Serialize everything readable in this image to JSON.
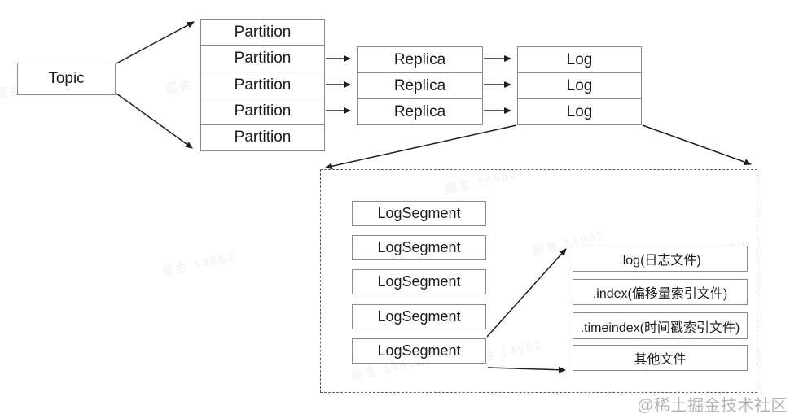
{
  "diagram": {
    "topic": "Topic",
    "partitions": [
      "Partition",
      "Partition",
      "Partition",
      "Partition",
      "Partition"
    ],
    "replicas": [
      "Replica",
      "Replica",
      "Replica"
    ],
    "logs": [
      "Log",
      "Log",
      "Log"
    ],
    "log_segments": [
      "LogSegment",
      "LogSegment",
      "LogSegment",
      "LogSegment",
      "LogSegment"
    ],
    "segment_files": [
      ".log(日志文件)",
      ".index(偏移量索引文件)",
      ".timeindex(时间戳索引文件)",
      "其他文件"
    ]
  },
  "watermarks": {
    "credit": "@稀土掘金技术社区",
    "tile": "掘金 14662"
  },
  "colors": {
    "background": "#ffffff",
    "box_border": "#8a8a8a",
    "dashed_border": "#5f5f5f",
    "arrow": "#1f1f1f",
    "text": "#1b1b1b",
    "credit_gray": "#b4b4b4"
  }
}
